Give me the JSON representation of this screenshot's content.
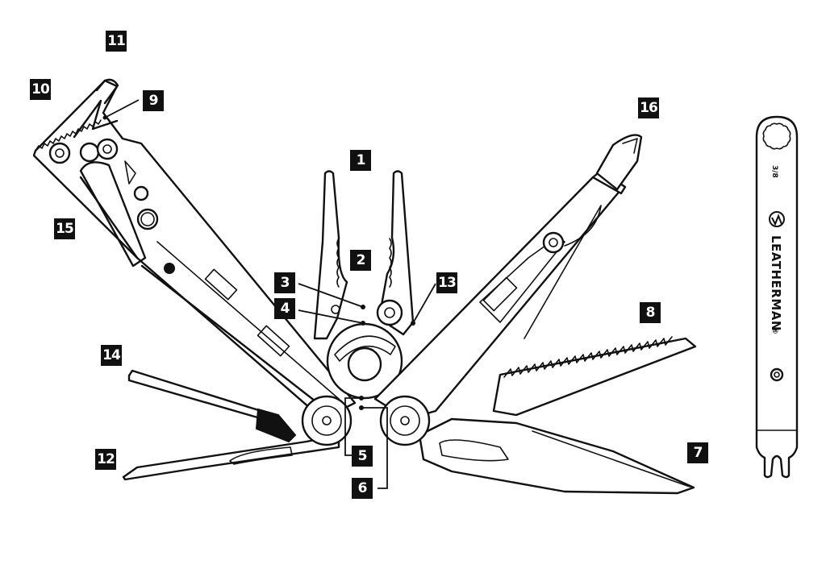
{
  "callouts": [
    {
      "id": "1",
      "part": "needlenose-pliers"
    },
    {
      "id": "2",
      "part": "regular-pliers"
    },
    {
      "id": "3",
      "part": "wire-cutters"
    },
    {
      "id": "4",
      "part": "hard-wire-cutters"
    },
    {
      "id": "5",
      "part": "wire-stripper"
    },
    {
      "id": "6",
      "part": "crimper"
    },
    {
      "id": "7",
      "part": "knife-blade"
    },
    {
      "id": "8",
      "part": "saw"
    },
    {
      "id": "9",
      "part": "wire-stripper-notch"
    },
    {
      "id": "10",
      "part": "file"
    },
    {
      "id": "11",
      "part": "pry-tool"
    },
    {
      "id": "12",
      "part": "serrated-blade"
    },
    {
      "id": "13",
      "part": "replaceable-cutter"
    },
    {
      "id": "14",
      "part": "awl"
    },
    {
      "id": "15",
      "part": "can-opener"
    },
    {
      "id": "16",
      "part": "bit-driver"
    }
  ],
  "accessory": {
    "size_label": "3/8",
    "brand": "LEATHERMAN",
    "registered_mark": "®"
  },
  "colors": {
    "ink": "#111111",
    "background": "#ffffff",
    "tag_text": "#ffffff"
  }
}
